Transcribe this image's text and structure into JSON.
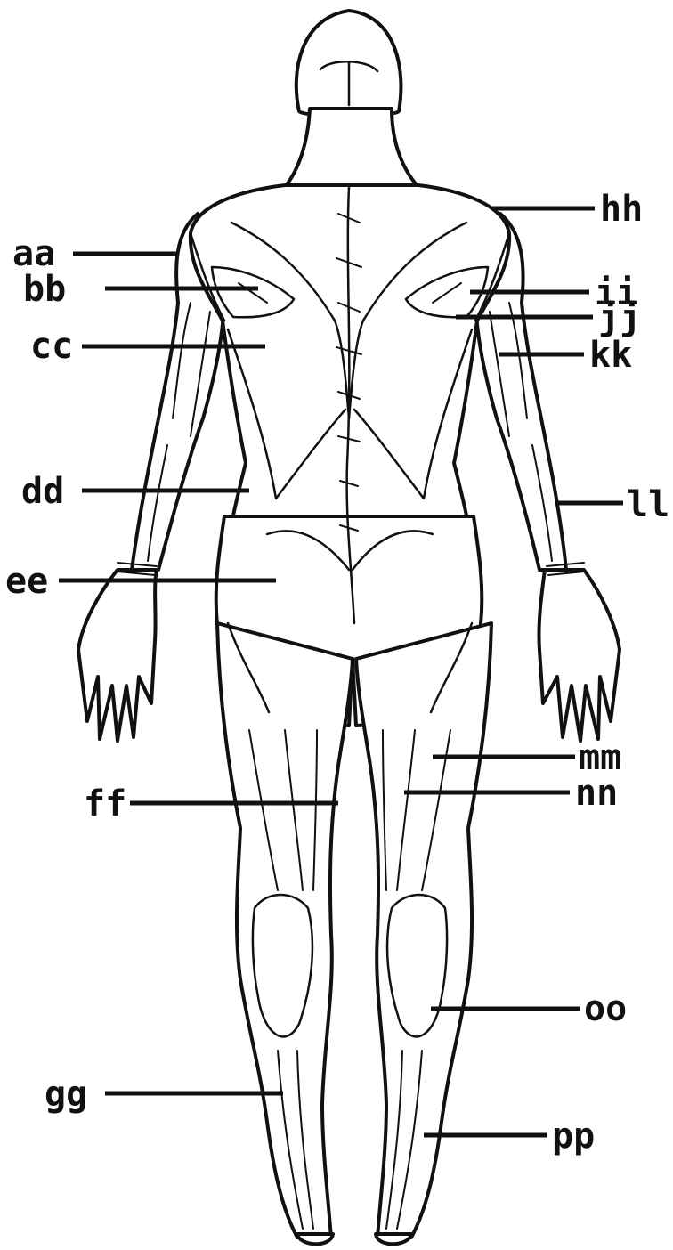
{
  "labels": {
    "aa": "aa",
    "bb": "bb",
    "cc": "cc",
    "dd": "dd",
    "ee": "ee",
    "ff": "ff",
    "gg": "gg",
    "hh": "hh",
    "ii": "ii",
    "jj": "jj",
    "kk": "kk",
    "ll": "ll",
    "mm": "mm",
    "nn": "nn",
    "oo": "oo",
    "pp": "pp"
  }
}
